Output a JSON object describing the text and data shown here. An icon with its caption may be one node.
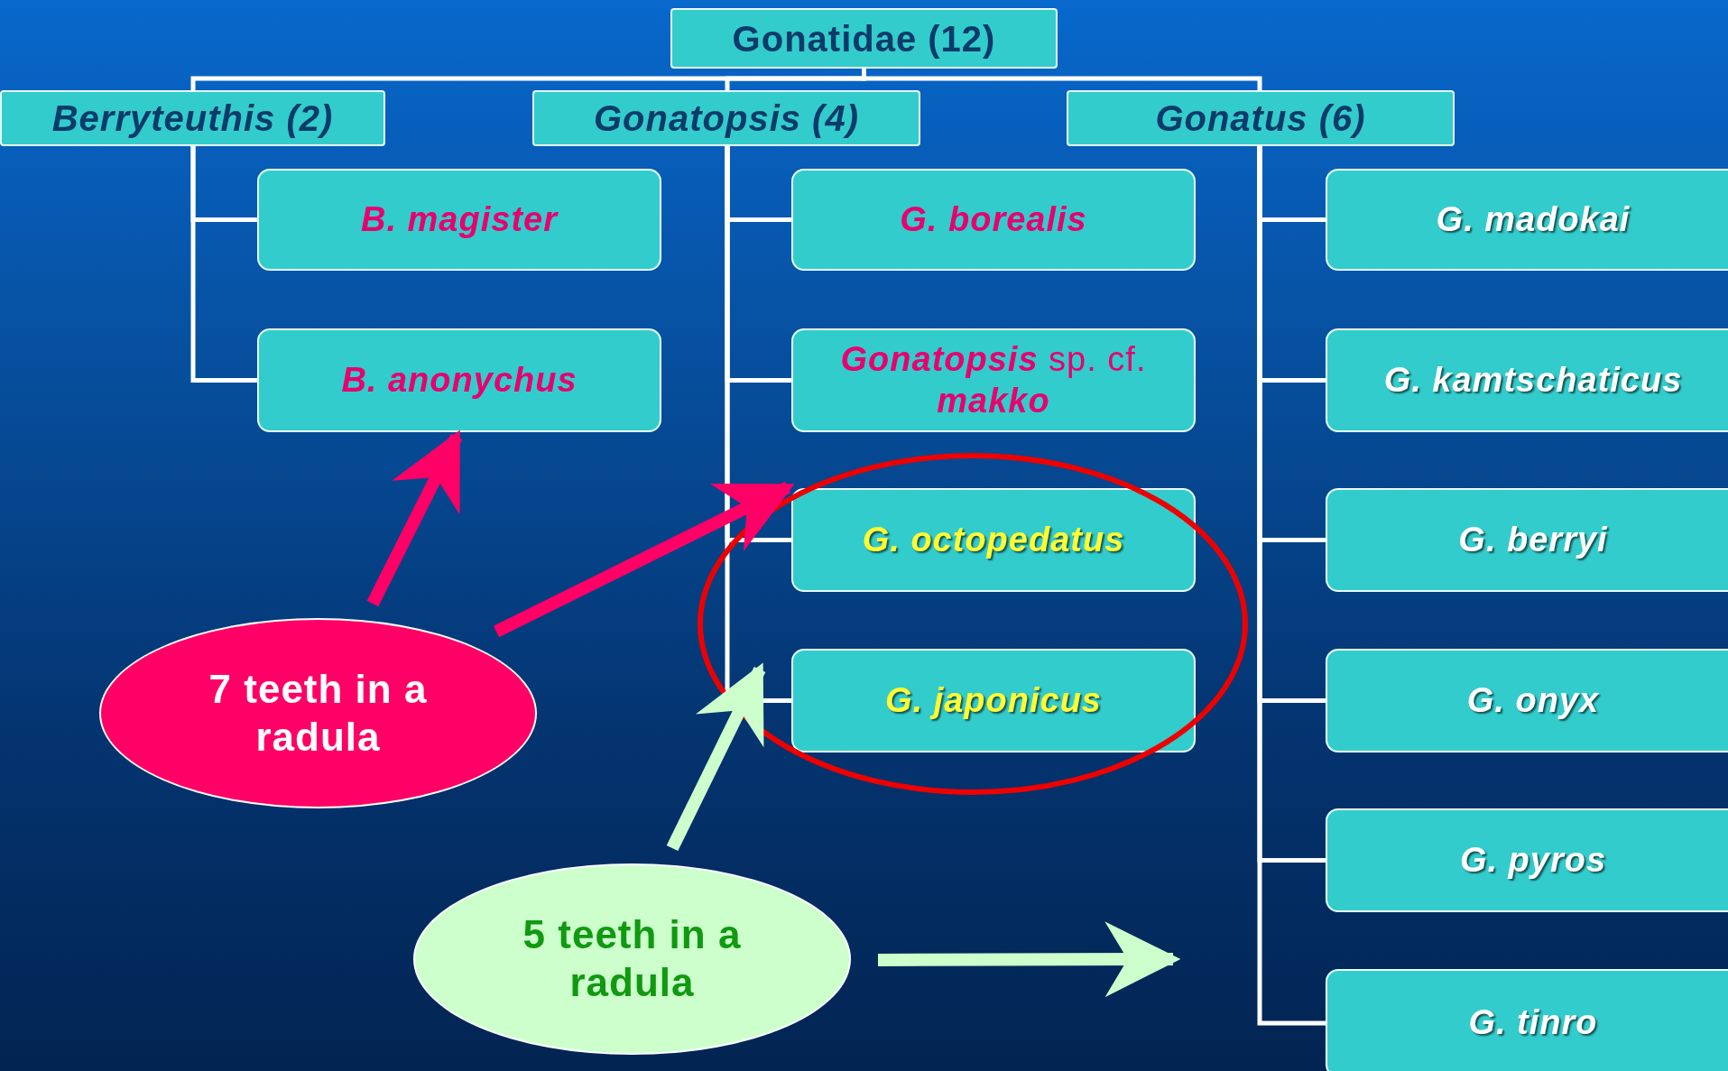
{
  "diagram": {
    "nodes": [
      {
        "text": [
          "Gonatidae (12)"
        ]
      },
      {
        "text": [
          "Berryteuthis (2)"
        ]
      },
      {
        "text": [
          "Gonatopsis (4)"
        ]
      },
      {
        "text": [
          "Gonatus (6)"
        ]
      },
      {
        "text": [
          "B. magister"
        ]
      },
      {
        "text": [
          "B. anonychus"
        ]
      },
      {
        "text": [
          "G. borealis"
        ]
      },
      {
        "text": [
          "*Gonatopsis* sp. cf. *makko*"
        ]
      },
      {
        "text": [
          "G. octopedatus"
        ],
        "in": 18
      },
      {
        "text": [
          "G. japonicus"
        ],
        "in": 18
      },
      {
        "text": [
          "G. madokai"
        ]
      },
      {
        "text": [
          "G. kamtschaticus"
        ]
      },
      {
        "text": [
          "G. berryi"
        ]
      },
      {
        "text": [
          "G. onyx"
        ]
      },
      {
        "text": [
          "G. pyros"
        ]
      },
      {
        "text": [
          "G. tinro"
        ]
      },
      {
        "text": [
          "7 teeth in a radula"
        ]
      },
      {
        "text": [
          "5 teeth in a radula"
        ]
      },
      {
        "text": [],
        "shape": "circle"
      }
    ],
    "edges": [
      {
        "from": 0,
        "to": 1,
        "arrow": "none"
      },
      {
        "from": 0,
        "to": 2,
        "arrow": "none"
      },
      {
        "from": 0,
        "to": 3,
        "arrow": "none"
      },
      {
        "from": 1,
        "to": 4,
        "arrow": "none"
      },
      {
        "from": 1,
        "to": 5,
        "arrow": "none"
      },
      {
        "from": 2,
        "to": 6,
        "arrow": "none"
      },
      {
        "from": 2,
        "to": 7,
        "arrow": "none"
      },
      {
        "from": 2,
        "to": 8,
        "arrow": "none"
      },
      {
        "from": 2,
        "to": 9,
        "arrow": "none"
      },
      {
        "from": 3,
        "to": 10,
        "arrow": "none"
      },
      {
        "from": 3,
        "to": 11,
        "arrow": "none"
      },
      {
        "from": 3,
        "to": 12,
        "arrow": "none"
      },
      {
        "from": 3,
        "to": 13,
        "arrow": "none"
      },
      {
        "from": 3,
        "to": 14,
        "arrow": "none"
      },
      {
        "from": 3,
        "to": 15,
        "arrow": "none"
      },
      {
        "from": 16,
        "to": 5,
        "arrow": "to",
        "style": "thick",
        "color": "#ff0066"
      },
      {
        "from": 16,
        "to": 8,
        "arrow": "to",
        "style": "thick",
        "color": "#ff0066"
      },
      {
        "from": 17,
        "to": 18,
        "arrow": "to",
        "style": "thick",
        "color": "#ccffcc"
      },
      {
        "from": 17,
        "to": null,
        "arrow": "to",
        "style": "thick",
        "color": "#ccffcc"
      }
    ]
  }
}
